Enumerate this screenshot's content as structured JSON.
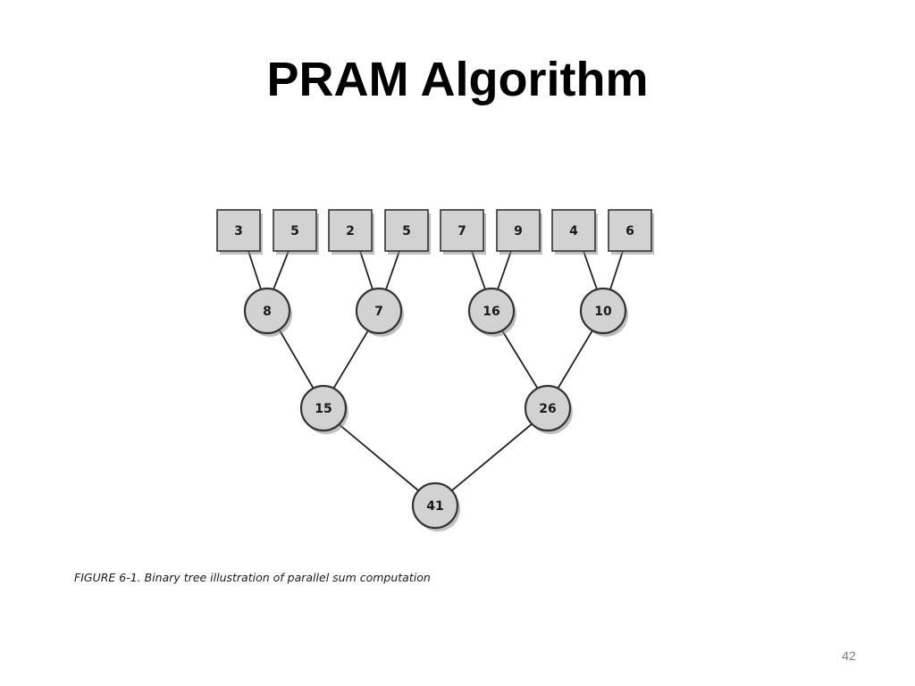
{
  "slide": {
    "title": "PRAM Algorithm",
    "caption": "FIGURE 6-1. Binary tree illustration of parallel sum computation",
    "page_number": "42"
  },
  "diagram": {
    "leaves": [
      "3",
      "5",
      "2",
      "5",
      "7",
      "9",
      "4",
      "6"
    ],
    "level1": [
      "8",
      "7",
      "16",
      "10"
    ],
    "level2": [
      "15",
      "26"
    ],
    "root": "41"
  }
}
